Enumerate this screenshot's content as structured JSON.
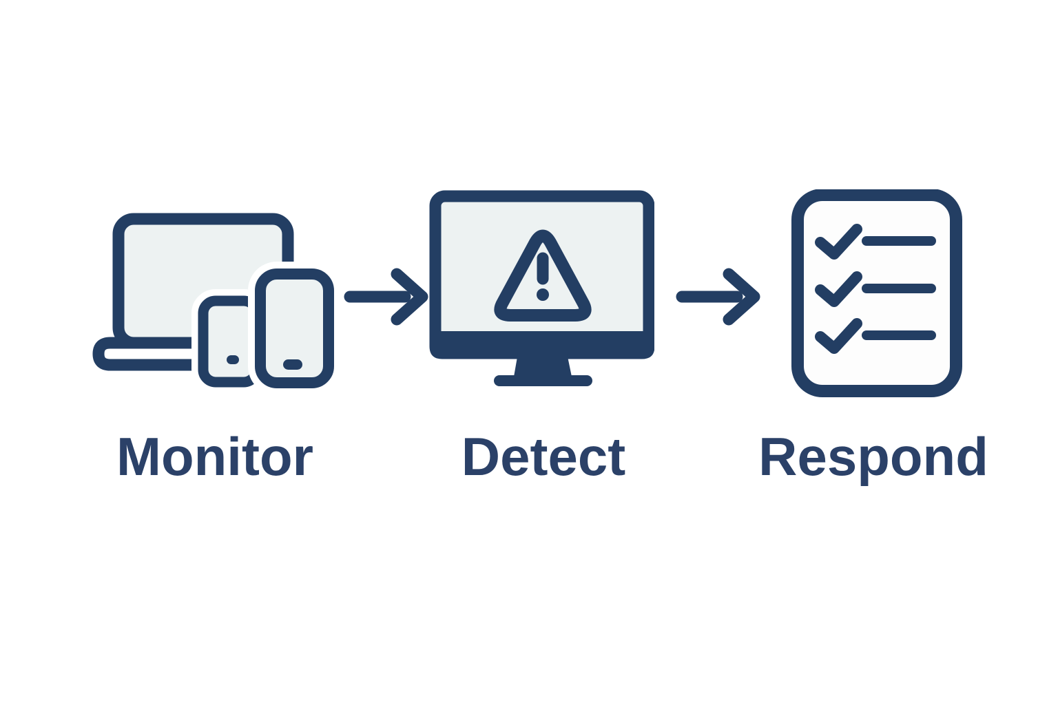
{
  "diagram": {
    "type": "process-flow",
    "background": "#ffffff",
    "steps": [
      {
        "label": "Monitor",
        "icon": "devices-icon"
      },
      {
        "label": "Detect",
        "icon": "monitor-alert-icon"
      },
      {
        "label": "Respond",
        "icon": "checklist-icon"
      }
    ],
    "connectors": [
      {
        "icon": "arrow-right-icon"
      },
      {
        "icon": "arrow-right-icon"
      }
    ],
    "colors": {
      "outline_navy": "#233e63",
      "label_text": "#2b4168",
      "screen_fill": "#edf2f2",
      "document_fill": "#fdfdfd"
    }
  }
}
